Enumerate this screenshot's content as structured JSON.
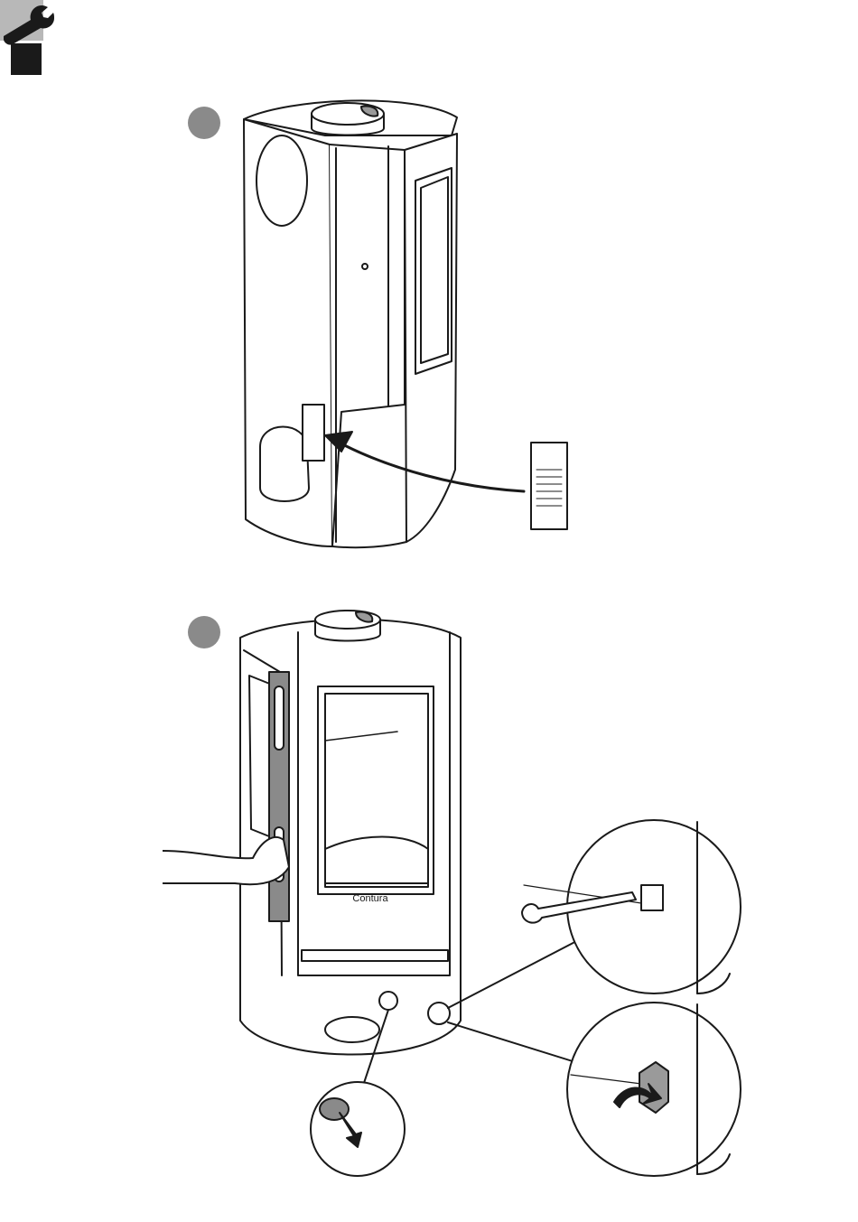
{
  "header": {
    "tool_icon": "wrench-icon",
    "section_marker": "black-square"
  },
  "steps": {
    "step1_marker": "grey-circle",
    "step2_marker": "grey-circle"
  },
  "figure2": {
    "brand_label": "Contura"
  },
  "colors": {
    "marker_grey": "#8a8a8a",
    "marker_black": "#1a1a1a",
    "line": "#1a1a1a",
    "fill_grey": "#9a9a9a"
  }
}
